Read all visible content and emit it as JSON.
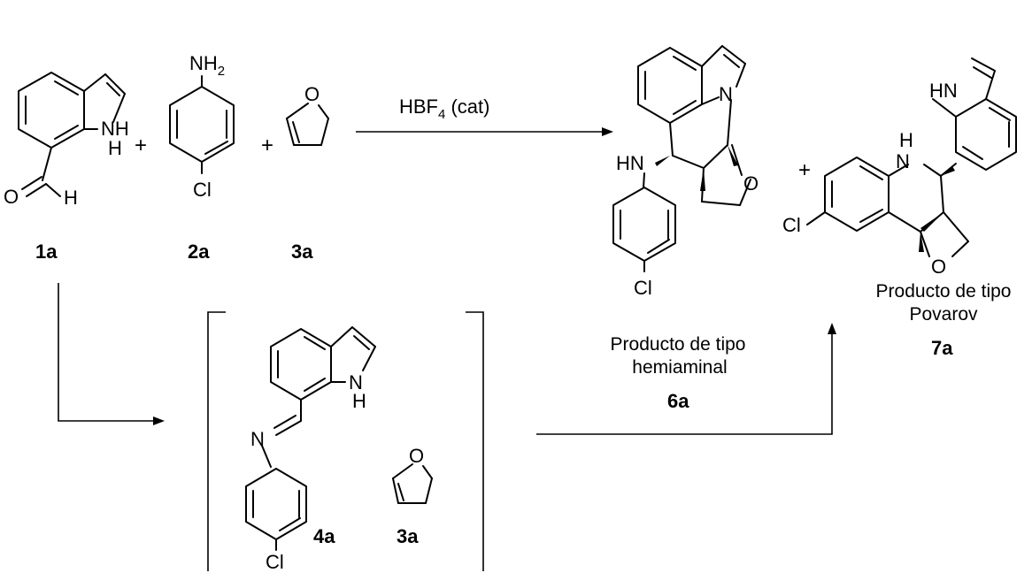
{
  "atoms": {
    "nh": "NH",
    "n": "N",
    "h": "H",
    "o": "O",
    "cl": "Cl",
    "nh2_main": "NH",
    "nh2_sub": "2",
    "hn": "HN"
  },
  "reagent": {
    "main": "HBF",
    "sub": "4",
    "suffix": " (cat)"
  },
  "plus": "+",
  "compounds": {
    "c1a": "1a",
    "c2a": "2a",
    "c3a": "3a",
    "c4a": "4a",
    "c3a_b": "3a",
    "c6a": "6a",
    "c7a": "7a"
  },
  "captions": {
    "hemi_line1": "Producto de tipo",
    "hemi_line2": "hemiaminal",
    "pov_line1": "Producto de tipo",
    "pov_line2": "Povarov"
  }
}
